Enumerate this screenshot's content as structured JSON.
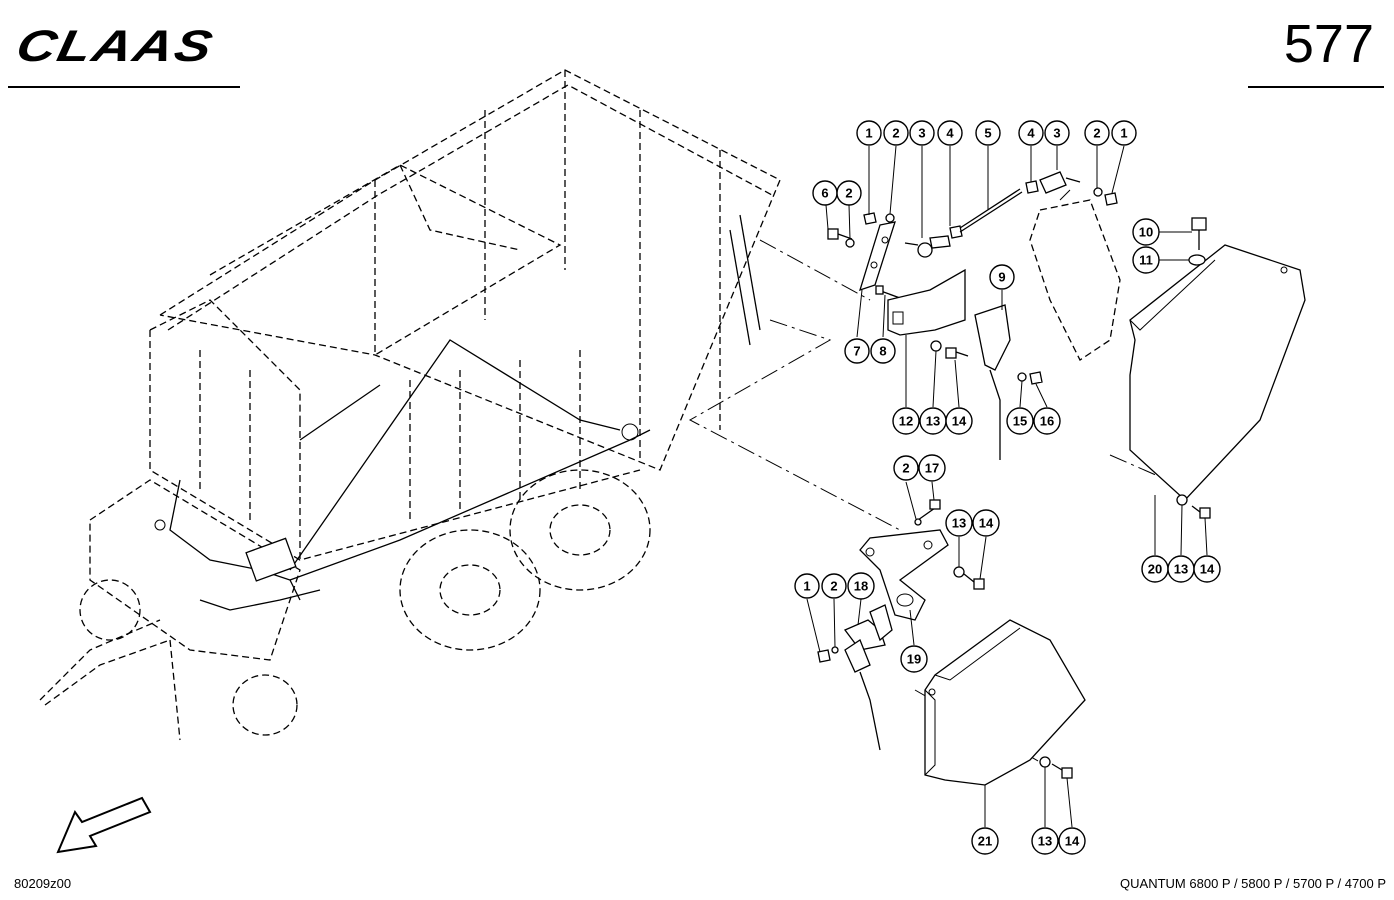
{
  "header": {
    "brand": "CLAAS",
    "page_number": "577"
  },
  "footer": {
    "drawing_id": "80209z00",
    "model_line": "QUANTUM 6800 P / 5800 P / 5700 P / 4700 P"
  },
  "callouts": [
    {
      "label": "1"
    },
    {
      "label": "2"
    },
    {
      "label": "3"
    },
    {
      "label": "4"
    },
    {
      "label": "5"
    },
    {
      "label": "4"
    },
    {
      "label": "3"
    },
    {
      "label": "2"
    },
    {
      "label": "1"
    },
    {
      "label": "6"
    },
    {
      "label": "2"
    },
    {
      "label": "9"
    },
    {
      "label": "10"
    },
    {
      "label": "11"
    },
    {
      "label": "7"
    },
    {
      "label": "8"
    },
    {
      "label": "12"
    },
    {
      "label": "13"
    },
    {
      "label": "14"
    },
    {
      "label": "15"
    },
    {
      "label": "16"
    },
    {
      "label": "2"
    },
    {
      "label": "17"
    },
    {
      "label": "13"
    },
    {
      "label": "14"
    },
    {
      "label": "20"
    },
    {
      "label": "13"
    },
    {
      "label": "14"
    },
    {
      "label": "1"
    },
    {
      "label": "2"
    },
    {
      "label": "18"
    },
    {
      "label": "19"
    },
    {
      "label": "21"
    },
    {
      "label": "13"
    },
    {
      "label": "14"
    }
  ]
}
